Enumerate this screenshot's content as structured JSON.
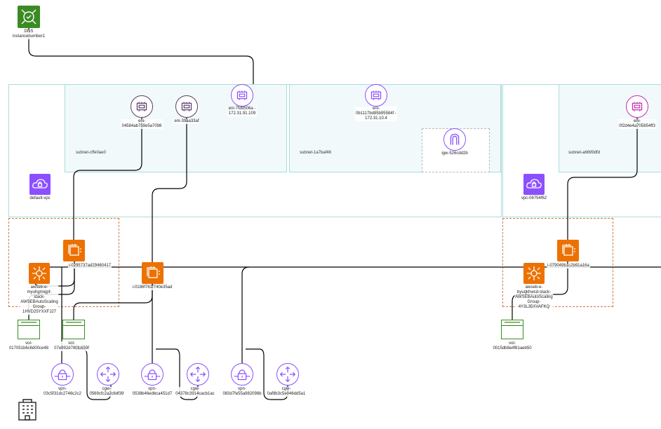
{
  "colors": {
    "edge": "#000000",
    "vpc_border": "#a9dcdc",
    "subnet_fill": "#f2f9fb",
    "asg_border": "#d4773a",
    "ec2_orange": "#ed7100",
    "network_purple": "#8c4fff",
    "storage_green": "#3b8b23"
  },
  "dns": {
    "label": "DNS\ninstancenumber1",
    "icon": "route53-dns-icon"
  },
  "vpcs": [
    {
      "label": "default-vpc",
      "icon": "vpc-cloud-icon"
    },
    {
      "label": "vpc-06754f62",
      "icon": "vpc-cloud-icon"
    }
  ],
  "subnets": [
    {
      "label": "subnet-cffe0ae0"
    },
    {
      "label": "subnet-1a7baf46"
    },
    {
      "label": "subnet-a6699dfd"
    }
  ],
  "enis": [
    {
      "label": "eni-\n04584ab759e5a7098",
      "icon": "network-interface-icon"
    },
    {
      "label": "eni-39aa33af",
      "icon": "network-interface-icon"
    },
    {
      "label": "eni-7fd9506a -\n172.31.91.109",
      "icon": "network-interface-icon"
    },
    {
      "label": "eni-\n0b1117bd85b95584f -\n172.31.10.4",
      "icon": "network-interface-icon"
    },
    {
      "label": "eni-\n0f2d4e4a705854ff3",
      "icon": "network-interface-icon"
    }
  ],
  "igw": {
    "label": "igw-526cdd2b",
    "icon": "internet-gateway-icon"
  },
  "instances": [
    {
      "label": "i-0295737ad29460417",
      "icon": "ec2-instances-icon"
    },
    {
      "label": "i-0186f761f740e35ad",
      "icon": "ec2-instances-icon"
    },
    {
      "label": "i-079049b1c2b91a16a",
      "icon": "ec2-instances-icon"
    }
  ],
  "elbs": [
    {
      "label": "awseb-e-\nmyuhgmiqpf-\nstack-\nAWSEBAutoScaling\nGroup-\n1HVD25YXXFJ27",
      "icon": "load-balancer-icon"
    },
    {
      "label": "awseb-e-\nbyuqkhwcd-stack-\nAWSEBAutoScaling\nGroup-\n4Y3L35XVAFKQ",
      "icon": "load-balancer-icon"
    }
  ],
  "volumes": [
    {
      "label": "vol-\n017051b6c6d00ce48",
      "icon": "ebs-volume-icon"
    },
    {
      "label": "vol-\n07e992d780fc659f",
      "icon": "ebs-volume-icon"
    },
    {
      "label": "vol-\n0015db8e4f61aeb50",
      "icon": "ebs-volume-icon"
    }
  ],
  "vpn_gateways": [
    {
      "label": "vpn-\n03c5f31dc2746c2c2",
      "icon": "vpn-gateway-icon"
    },
    {
      "label": "vpn-\n0538b46edbca451d7",
      "icon": "vpn-gateway-icon"
    },
    {
      "label": "vpn-\n083d7fe55a982098b",
      "icon": "vpn-gateway-icon"
    }
  ],
  "customer_gateways": [
    {
      "label": "cgw-\n0569cfc2a2c6df39",
      "icon": "customer-gateway-icon"
    },
    {
      "label": "cgw-\n04378c3914cacb1ac",
      "icon": "customer-gateway-icon"
    },
    {
      "label": "cgw-\n0af8b3c5e046dd5a1",
      "icon": "customer-gateway-icon"
    }
  ],
  "corporate_icon": "corporate-datacenter-icon"
}
